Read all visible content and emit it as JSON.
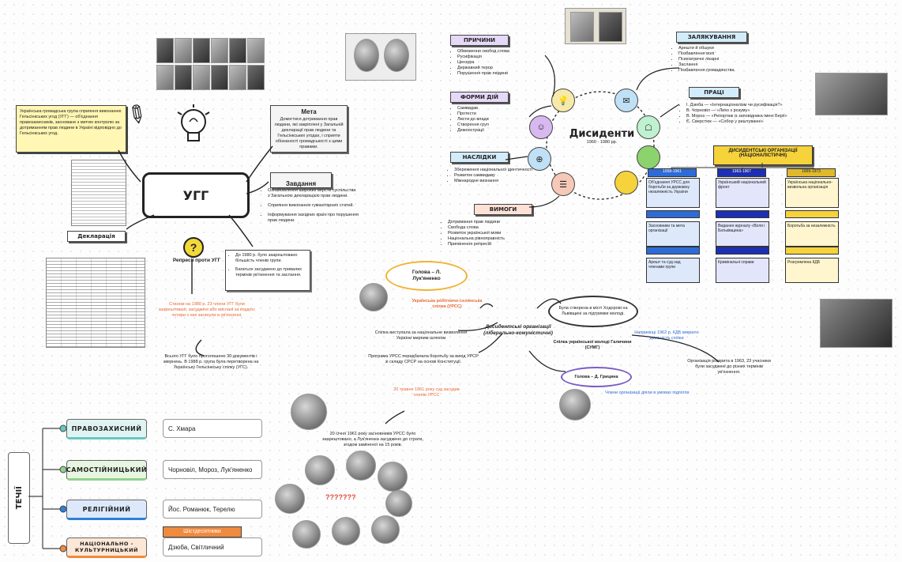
{
  "left": {
    "intro_box": "Українська громадська група сприяння виконанню Гельсінкських угод (УГГ) — об'єднання правозахисників, засноване з метою контролю за дотриманням прав людини в Україні відповідно до Гельсінкських угод.",
    "center_title": "УГГ",
    "bulb_icon": "lightbulb-icon",
    "pencil_icon": "pencil-icon",
    "meta": {
      "title": "Мета",
      "text": "Домогтися дотримання прав людини, які закріплені у Загальній декларації прав людини та Гельсінкських угодах, і сприяти обізнаності громадськості з цими правами."
    },
    "tasks": {
      "title": "Завдання",
      "items": [
        "Ознайомлення широких верств суспільства з Загальною декларацією прав людини.",
        "Сприяння виконанню гуманітарних статей.",
        "Інформування західних країн про порушення прав людини."
      ]
    },
    "declaration_label": "Декларація",
    "question_label": "Репресії проти УГГ",
    "question_box": [
      "До 1980 р. було заарештовано більшість членів групи.",
      "Багатьох засуджено до тривалих термінів ув'язнення та заслання."
    ],
    "orange_note": "Станом на 1980 р. 23 члени УГГ були заарештовані, засуджені або вислані за кордон; чотири з них загинули в ув'язненні.",
    "bottom_note": "Всього УГГ було проголошено 30 документів і звернень. В 1988 р. група була перетворена на Українську Гельсінкську спілку (УГС)."
  },
  "hub": {
    "title": "Дисиденти",
    "years": "1960 - 1980 рр.",
    "causes": {
      "label": "ПРИЧИНИ",
      "items": [
        "Обмеження свобод слова",
        "Русифікація",
        "Цензура",
        "Державний терор",
        "Порушення прав людини"
      ]
    },
    "forms": {
      "label": "ФОРМИ ДІЙ",
      "items": [
        "Самвидав",
        "Протести",
        "Листи до влади",
        "Створення груп",
        "Демонстрації"
      ]
    },
    "consequences": {
      "label": "НАСЛІДКИ",
      "items": [
        "Збереження національної ідентичності",
        "Розвиток самвидаву",
        "Міжнародне визнання"
      ]
    },
    "demands": {
      "label": "ВИМОГИ",
      "items": [
        "Дотримання прав людини",
        "Свобода слова",
        "Розвиток української мови",
        "Національна рівноправність",
        "Припинення репресій"
      ]
    },
    "repressions": {
      "label": "ЗАЛЯКУВАННЯ",
      "items": [
        "Арешти й обшуки",
        "Позбавлення волі",
        "Психіатричні лікарні",
        "Заслання",
        "Позбавлення громадянства"
      ]
    },
    "works": {
      "label": "ПРАЦІ",
      "items": [
        "І. Дзюба — «Інтернаціоналізм чи русифікація?»",
        "В. Чорновіл — «Лихо з розуму»",
        "В. Мороз — «Репортаж із заповідника імені Берії»",
        "Є. Сверстюк — «Собор у риштуванні»"
      ]
    }
  },
  "orgs": {
    "title": "ДИСИДЕНТСЬКІ ОРГАНІЗАЦІЇ (НАЦІОНАЛІСТИЧНІ)",
    "columns": [
      {
        "name": "1958-1961",
        "color": "#2e6bd6",
        "boxes": [
          "Об'єднання УРСС для боротьби за державну незалежність України",
          "Засновники та мета організації",
          "Арешт та суд над членами групи"
        ]
      },
      {
        "name": "1963-1967",
        "color": "#1d2fb3",
        "boxes": [
          "Український національний фронт",
          "Видання журналу «Воля і Батьківщина»",
          "Кримінальні справи"
        ]
      },
      {
        "name": "1969-1973",
        "color": "#e0b92b",
        "boxes": [
          "Українська національно-визвольна організація",
          "Боротьба за незалежність",
          "Розгромлена КДБ"
        ]
      }
    ]
  },
  "middle": {
    "head1": "Голова – Л. Лук'яненко",
    "orange1": "Українська робітничо-селянська спілка (УРСС)",
    "center_label": "Дисидентські організації (ліберально-комуністичні)",
    "note1": "Спілка виступала за національне визволення України мирним шляхом",
    "note2": "Програма УРСС передбачала боротьбу за вихід УРСР зі складу СРСР на основі Конституції.",
    "orange2": "20 травня 1961 року суд засудив членів УРСС",
    "trial": "20 січня 1961 року засновників УРСС було заарештовано, а Лук'яненка засуджено до страти, згодом заміненої на 15 років.",
    "question_marks": "???????",
    "rhs_title": "Спілка української молоді Галичини (СУМГ)",
    "rhs_head": "Голова – Д. Грицина",
    "rhs_note": "Була створена в місті Ходорові на Львівщині за підтримки молоді.",
    "rhs_blue": "Наприкінці 1962 р. КДБ викрило діяльність спілки",
    "rhs_bottom": "Організація розкрита в 1963, 23 учасники були засуджені до різних термінів ув'язнення.",
    "rhs_blue2": "Члени організації діяли в умовах підпілля."
  },
  "streams": {
    "side_label": "ТЕЧІЇ",
    "rows": [
      {
        "name": "ПРАВОЗАХИСНИЙ",
        "value": "С. Хмара",
        "color": "#67c7c0"
      },
      {
        "name": "САМОСТІЙНИЦЬКИЙ",
        "value": "Чорновіл, Мороз, Лук'яненко",
        "color": "#8fd18c"
      },
      {
        "name": "РЕЛІГІЙНИЙ",
        "value": "Йос. Романюк, Терелю",
        "color": "#2e7fd6"
      },
      {
        "name": "НАЦІОНАЛЬНО - КУЛЬТУРНИЦЬКИЙ",
        "value": "Дзюба, Світличний",
        "color": "#ef8a3e"
      }
    ],
    "badge": "Шістдесятники"
  }
}
